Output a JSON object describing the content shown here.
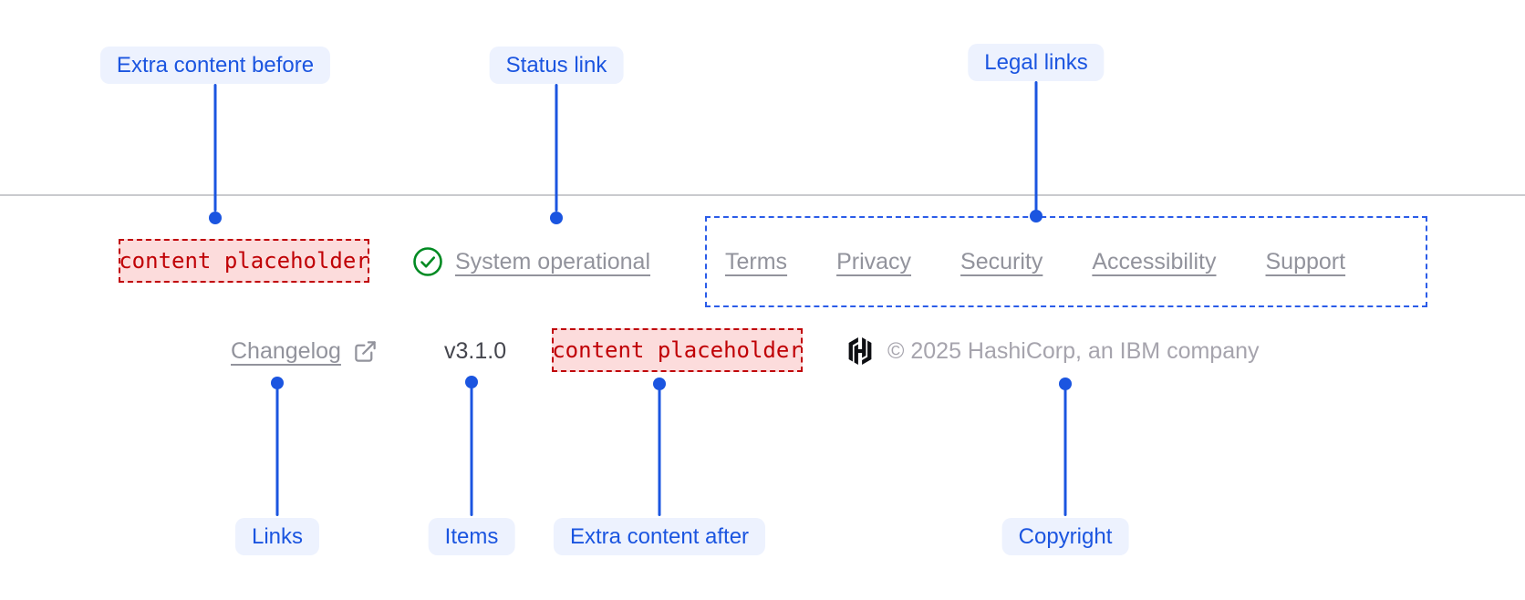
{
  "callouts": {
    "top": [
      {
        "label": "Extra content before"
      },
      {
        "label": "Status link"
      },
      {
        "label": "Legal links"
      }
    ],
    "bottom": [
      {
        "label": "Links"
      },
      {
        "label": "Items"
      },
      {
        "label": "Extra content after"
      },
      {
        "label": "Copyright"
      }
    ]
  },
  "footer": {
    "extra_content_before": {
      "placeholder": "content placeholder"
    },
    "status": {
      "label": "System operational",
      "icon": "check-circle-icon"
    },
    "legal": {
      "links": [
        "Terms",
        "Privacy",
        "Security",
        "Accessibility",
        "Support"
      ]
    },
    "links": [
      {
        "label": "Changelog",
        "external_icon": "external-link-icon"
      }
    ],
    "version": "v3.1.0",
    "extra_content_after": {
      "placeholder": "content placeholder"
    },
    "copyright": {
      "logo": "hashicorp-logo-icon",
      "text": "© 2025 HashiCorp, an IBM company"
    }
  },
  "colors": {
    "annotation_blue": "#1B55E0",
    "annotation_pill_bg": "#EDF2FE",
    "legal_box_border": "#2B5CE8",
    "placeholder_red": "#C00005",
    "placeholder_bg": "#FCDCDC",
    "status_green": "#008A22",
    "faded_link_text": "#92939C",
    "copyright_text": "#A6A4AD",
    "version_text": "#45464E",
    "divider": "#C9CACE",
    "logo_black": "#0D0E12"
  }
}
